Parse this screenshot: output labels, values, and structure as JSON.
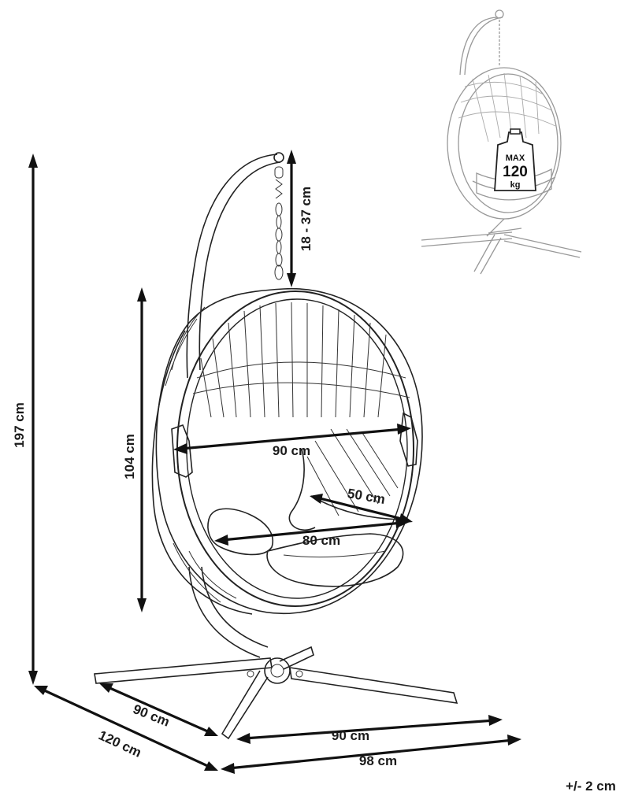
{
  "dimensions": {
    "total_height": "197 cm",
    "chain_length": "18 - 37 cm",
    "basket_height": "104 cm",
    "basket_width": "90 cm",
    "seat_depth": "50 cm",
    "seat_width": "80 cm",
    "base_left": "90 cm",
    "base_right": "90 cm",
    "base_diagonal": "120 cm",
    "total_width": "98 cm"
  },
  "tolerance": "+/- 2 cm",
  "weight_badge": {
    "top": "MAX",
    "value": "120",
    "unit": "kg"
  }
}
